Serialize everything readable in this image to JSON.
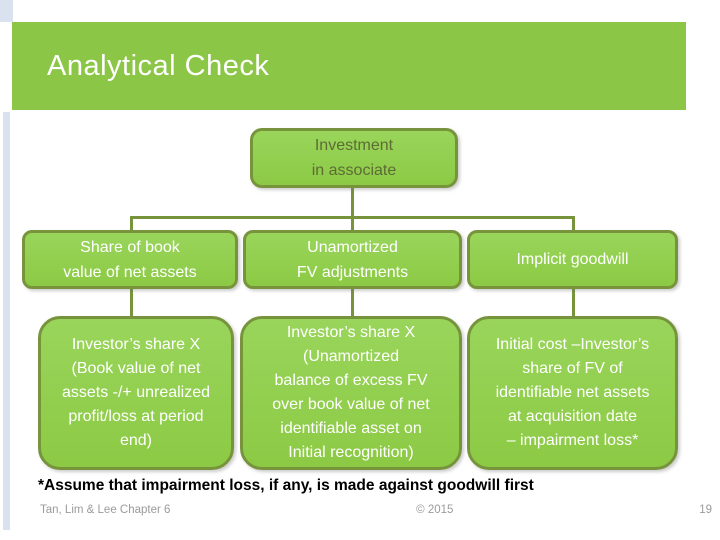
{
  "header": {
    "title": "Analytical Check"
  },
  "diagram": {
    "root": {
      "label": "Investment\nin associate"
    },
    "level2": [
      {
        "label": "Share of book\nvalue of net assets"
      },
      {
        "label": "Unamortized\nFV adjustments"
      },
      {
        "label": "Implicit goodwill"
      }
    ],
    "level3": [
      {
        "label": "Investor’s share X\n(Book value of net\nassets -/+ unrealized\nprofit/loss at period\nend)"
      },
      {
        "label": "Investor’s share X\n(Unamortized\nbalance of excess FV\nover book value of net\nidentifiable asset on\nInitial recognition)"
      },
      {
        "label": "Initial cost –Investor’s\nshare of FV of\nidentifiable net assets\nat acquisition date\n– impairment loss*"
      }
    ]
  },
  "note": "*Assume that impairment loss, if any, is made against goodwill first",
  "footer": {
    "left": "Tan, Lim & Lee Chapter 6",
    "center": "© 2015",
    "page_number": "19"
  },
  "colors": {
    "header_green": "#8cc646",
    "box_fill": "#93d052",
    "box_border": "#77943d",
    "connector": "#77943d",
    "left_strip": "#d9e2ee",
    "root_box_text": "#5d6b35",
    "box_text": "#ffffff",
    "note_text": "#000000",
    "footer_text": "#9b9b9b"
  }
}
